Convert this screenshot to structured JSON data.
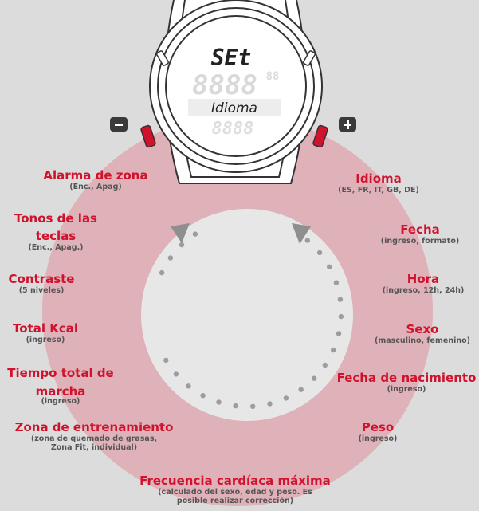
{
  "watch": {
    "top_text": "SEt",
    "main_digits": "8888",
    "side_digits": "88",
    "message": "Idioma",
    "lower_digits": "8888"
  },
  "keys": {
    "minus_symbol": "−",
    "plus_symbol": "+"
  },
  "menu": {
    "left": [
      {
        "title": "Alarma de zona",
        "subtitle": "(Enc., Apag)"
      },
      {
        "title": "Tonos de las teclas",
        "subtitle": "(Enc., Apag.)"
      },
      {
        "title": "Contraste",
        "subtitle": "(5 niveles)"
      },
      {
        "title": "Total Kcal",
        "subtitle": "(ingreso)"
      },
      {
        "title": "Tiempo total de marcha",
        "subtitle": "(ingreso)"
      },
      {
        "title": "Zona de entrenamiento",
        "subtitle": "(zona de quemado de grasas, Zona Fit, individual)"
      }
    ],
    "right": [
      {
        "title": "Idioma",
        "subtitle": "(ES, FR, IT, GB, DE)"
      },
      {
        "title": "Fecha",
        "subtitle": "(ingreso, formato)"
      },
      {
        "title": "Hora",
        "subtitle": "(ingreso, 12h, 24h)"
      },
      {
        "title": "Sexo",
        "subtitle": "(masculino, femenino)"
      },
      {
        "title": "Fecha de nacimiento",
        "subtitle": "(ingreso)"
      },
      {
        "title": "Peso",
        "subtitle": "(ingreso)"
      }
    ],
    "bottom": {
      "title": "Frecuencia cardíaca máxima",
      "subtitle": "(calculado del sexo, edad y peso. Es posible realizar corrección)"
    }
  },
  "colors": {
    "ring": "#dfb1b8",
    "inner": "#e7e7e7",
    "accent": "#d0122c",
    "dots": "#9d9d9d",
    "watch_outline": "#333333"
  }
}
